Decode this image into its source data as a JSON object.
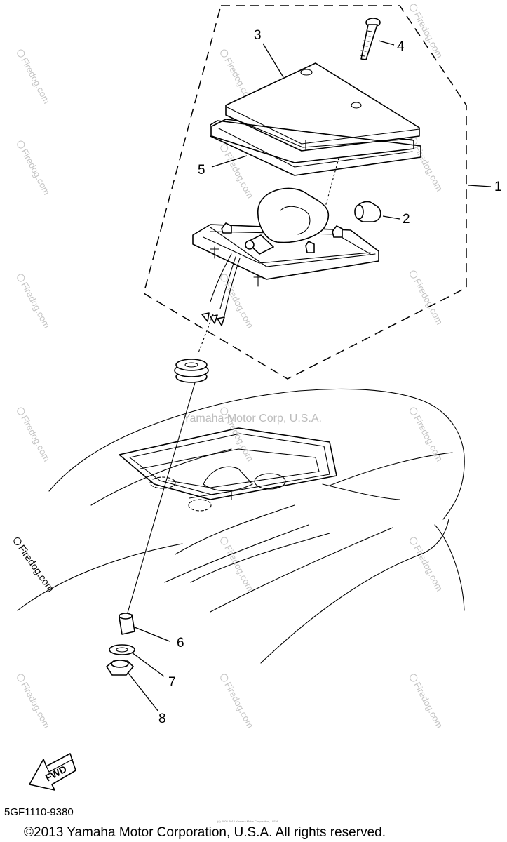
{
  "diagram": {
    "callouts": [
      "1",
      "2",
      "3",
      "4",
      "5",
      "6",
      "7",
      "8"
    ],
    "watermark_center": "Yamaha Motor Corp, U.S.A.",
    "watermark_site": "Firedog.com",
    "side_watermark": "Firedog.com",
    "fwd_label": "FWD",
    "tiny_copyright": "(c) 2005-2013 Yamaha Motor Corporation, U.S.A."
  },
  "footer": {
    "part_code": "5GF1110-9380",
    "copyright": "©2013 Yamaha Motor Corporation, U.S.A. All rights reserved."
  }
}
